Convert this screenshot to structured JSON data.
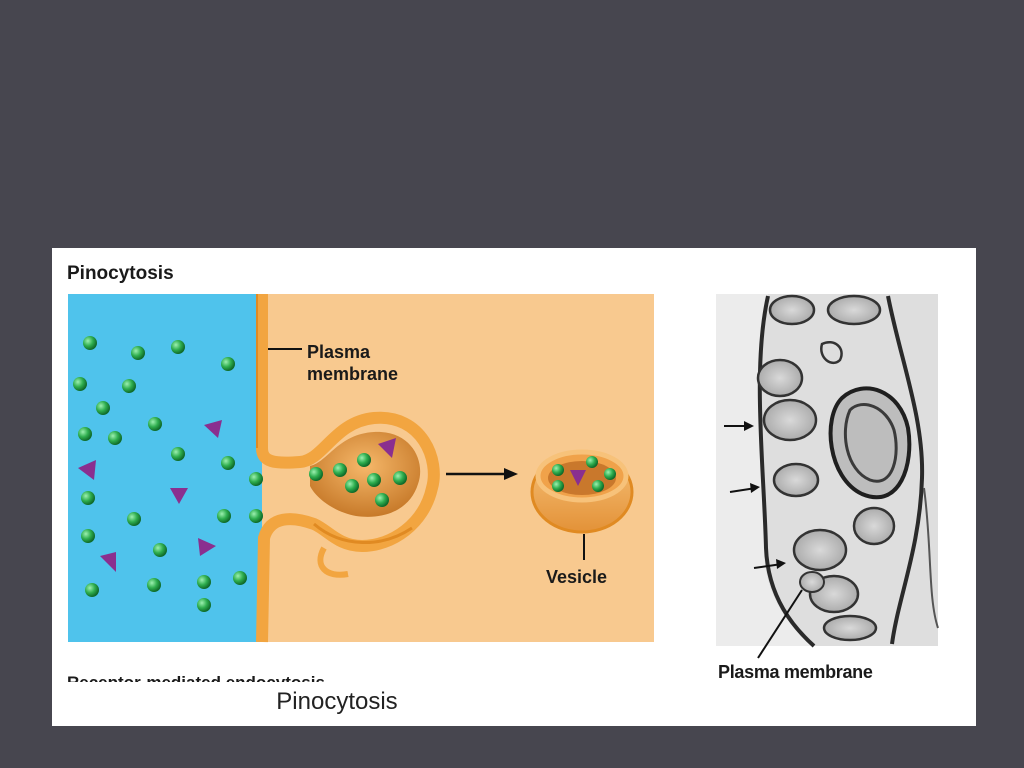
{
  "figure": {
    "title": "Pinocytosis",
    "plasma_membrane_label_line1": "Plasma",
    "plasma_membrane_label_line2": "membrane",
    "vesicle_label": "Vesicle",
    "cut_off_label": "Receptor-mediated endocytosis",
    "micrograph_label": "Plasma membrane",
    "caption": "Pinocytosis"
  },
  "colors": {
    "slide_background": "#47464f",
    "panel": "#ffffff",
    "extracellular_fluid": "#4fc3ec",
    "cytoplasm": "#f8c98f",
    "membrane": "#f2a540",
    "particle_green": "#2fae4f",
    "particle_purple": "#8a2f8f"
  },
  "icons": [
    "green-sphere-particle",
    "purple-triangle-solute",
    "arrow-right"
  ]
}
